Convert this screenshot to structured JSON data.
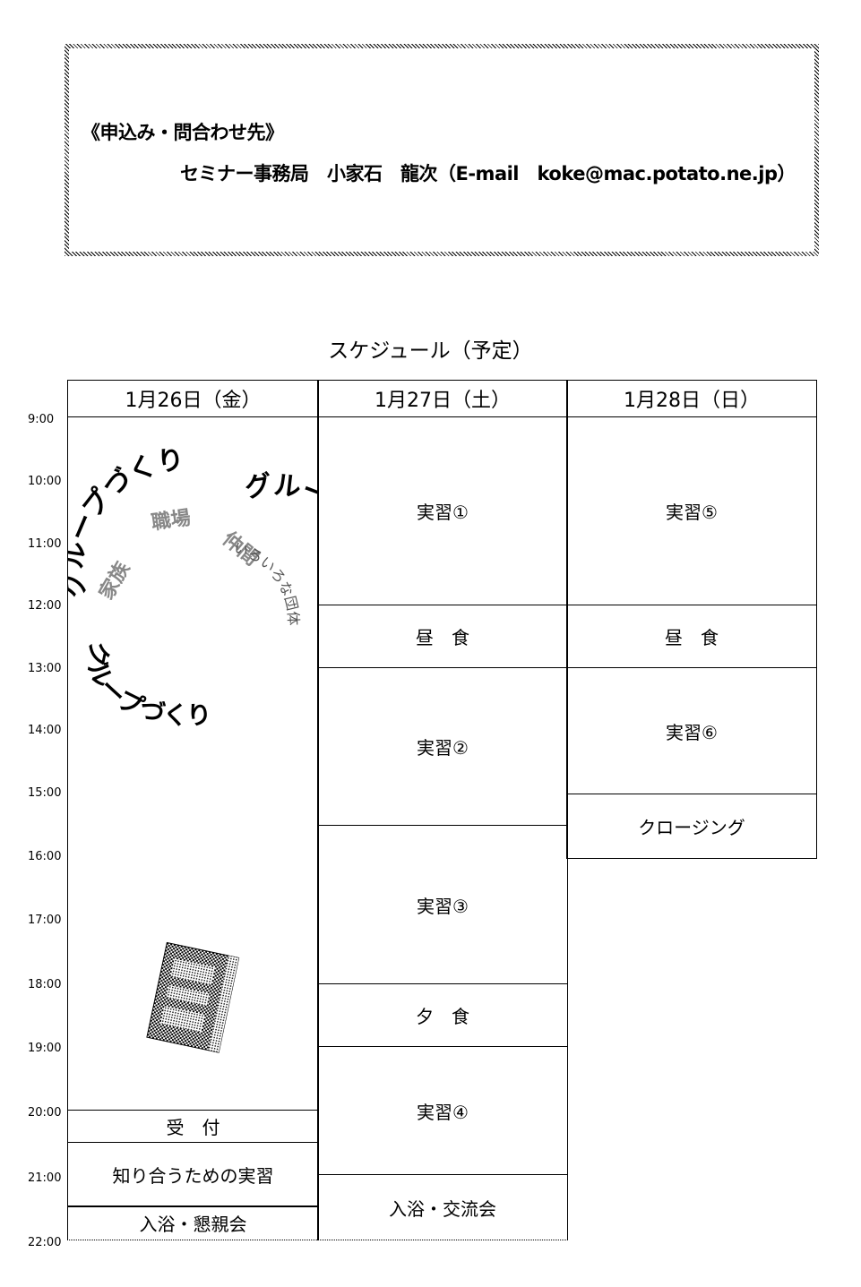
{
  "contact": {
    "heading": "《申込み・問合わせ先》",
    "line": "セミナー事務局　小家石　龍次（E-mail　koke@mac.potato.ne.jp）"
  },
  "schedule": {
    "title": "スケジュール（予定）",
    "times": [
      "9:00",
      "10:00",
      "11:00",
      "12:00",
      "13:00",
      "14:00",
      "15:00",
      "16:00",
      "17:00",
      "18:00",
      "19:00",
      "20:00",
      "21:00",
      "22:00"
    ],
    "days": [
      {
        "label": "1月26日（金）",
        "events": [
          "受　付",
          "知り合うための実習",
          "入浴・懇親会"
        ]
      },
      {
        "label": "1月27日（土）",
        "events": [
          "実習①",
          "昼　食",
          "実習②",
          "実習③",
          "夕　食",
          "実習④",
          "入浴・交流会"
        ]
      },
      {
        "label": "1月28日（日）",
        "events": [
          "実習⑤",
          "昼　食",
          "実習⑥",
          "クロージング"
        ]
      }
    ]
  },
  "decoration": {
    "arc_top": "グループづくり",
    "arc_right": "グループづくり",
    "arc_bottom": "グループづくり",
    "word_family": "家族",
    "word_workplace": "職場",
    "word_friends": "仲間",
    "word_various": "いろいろな団体"
  }
}
